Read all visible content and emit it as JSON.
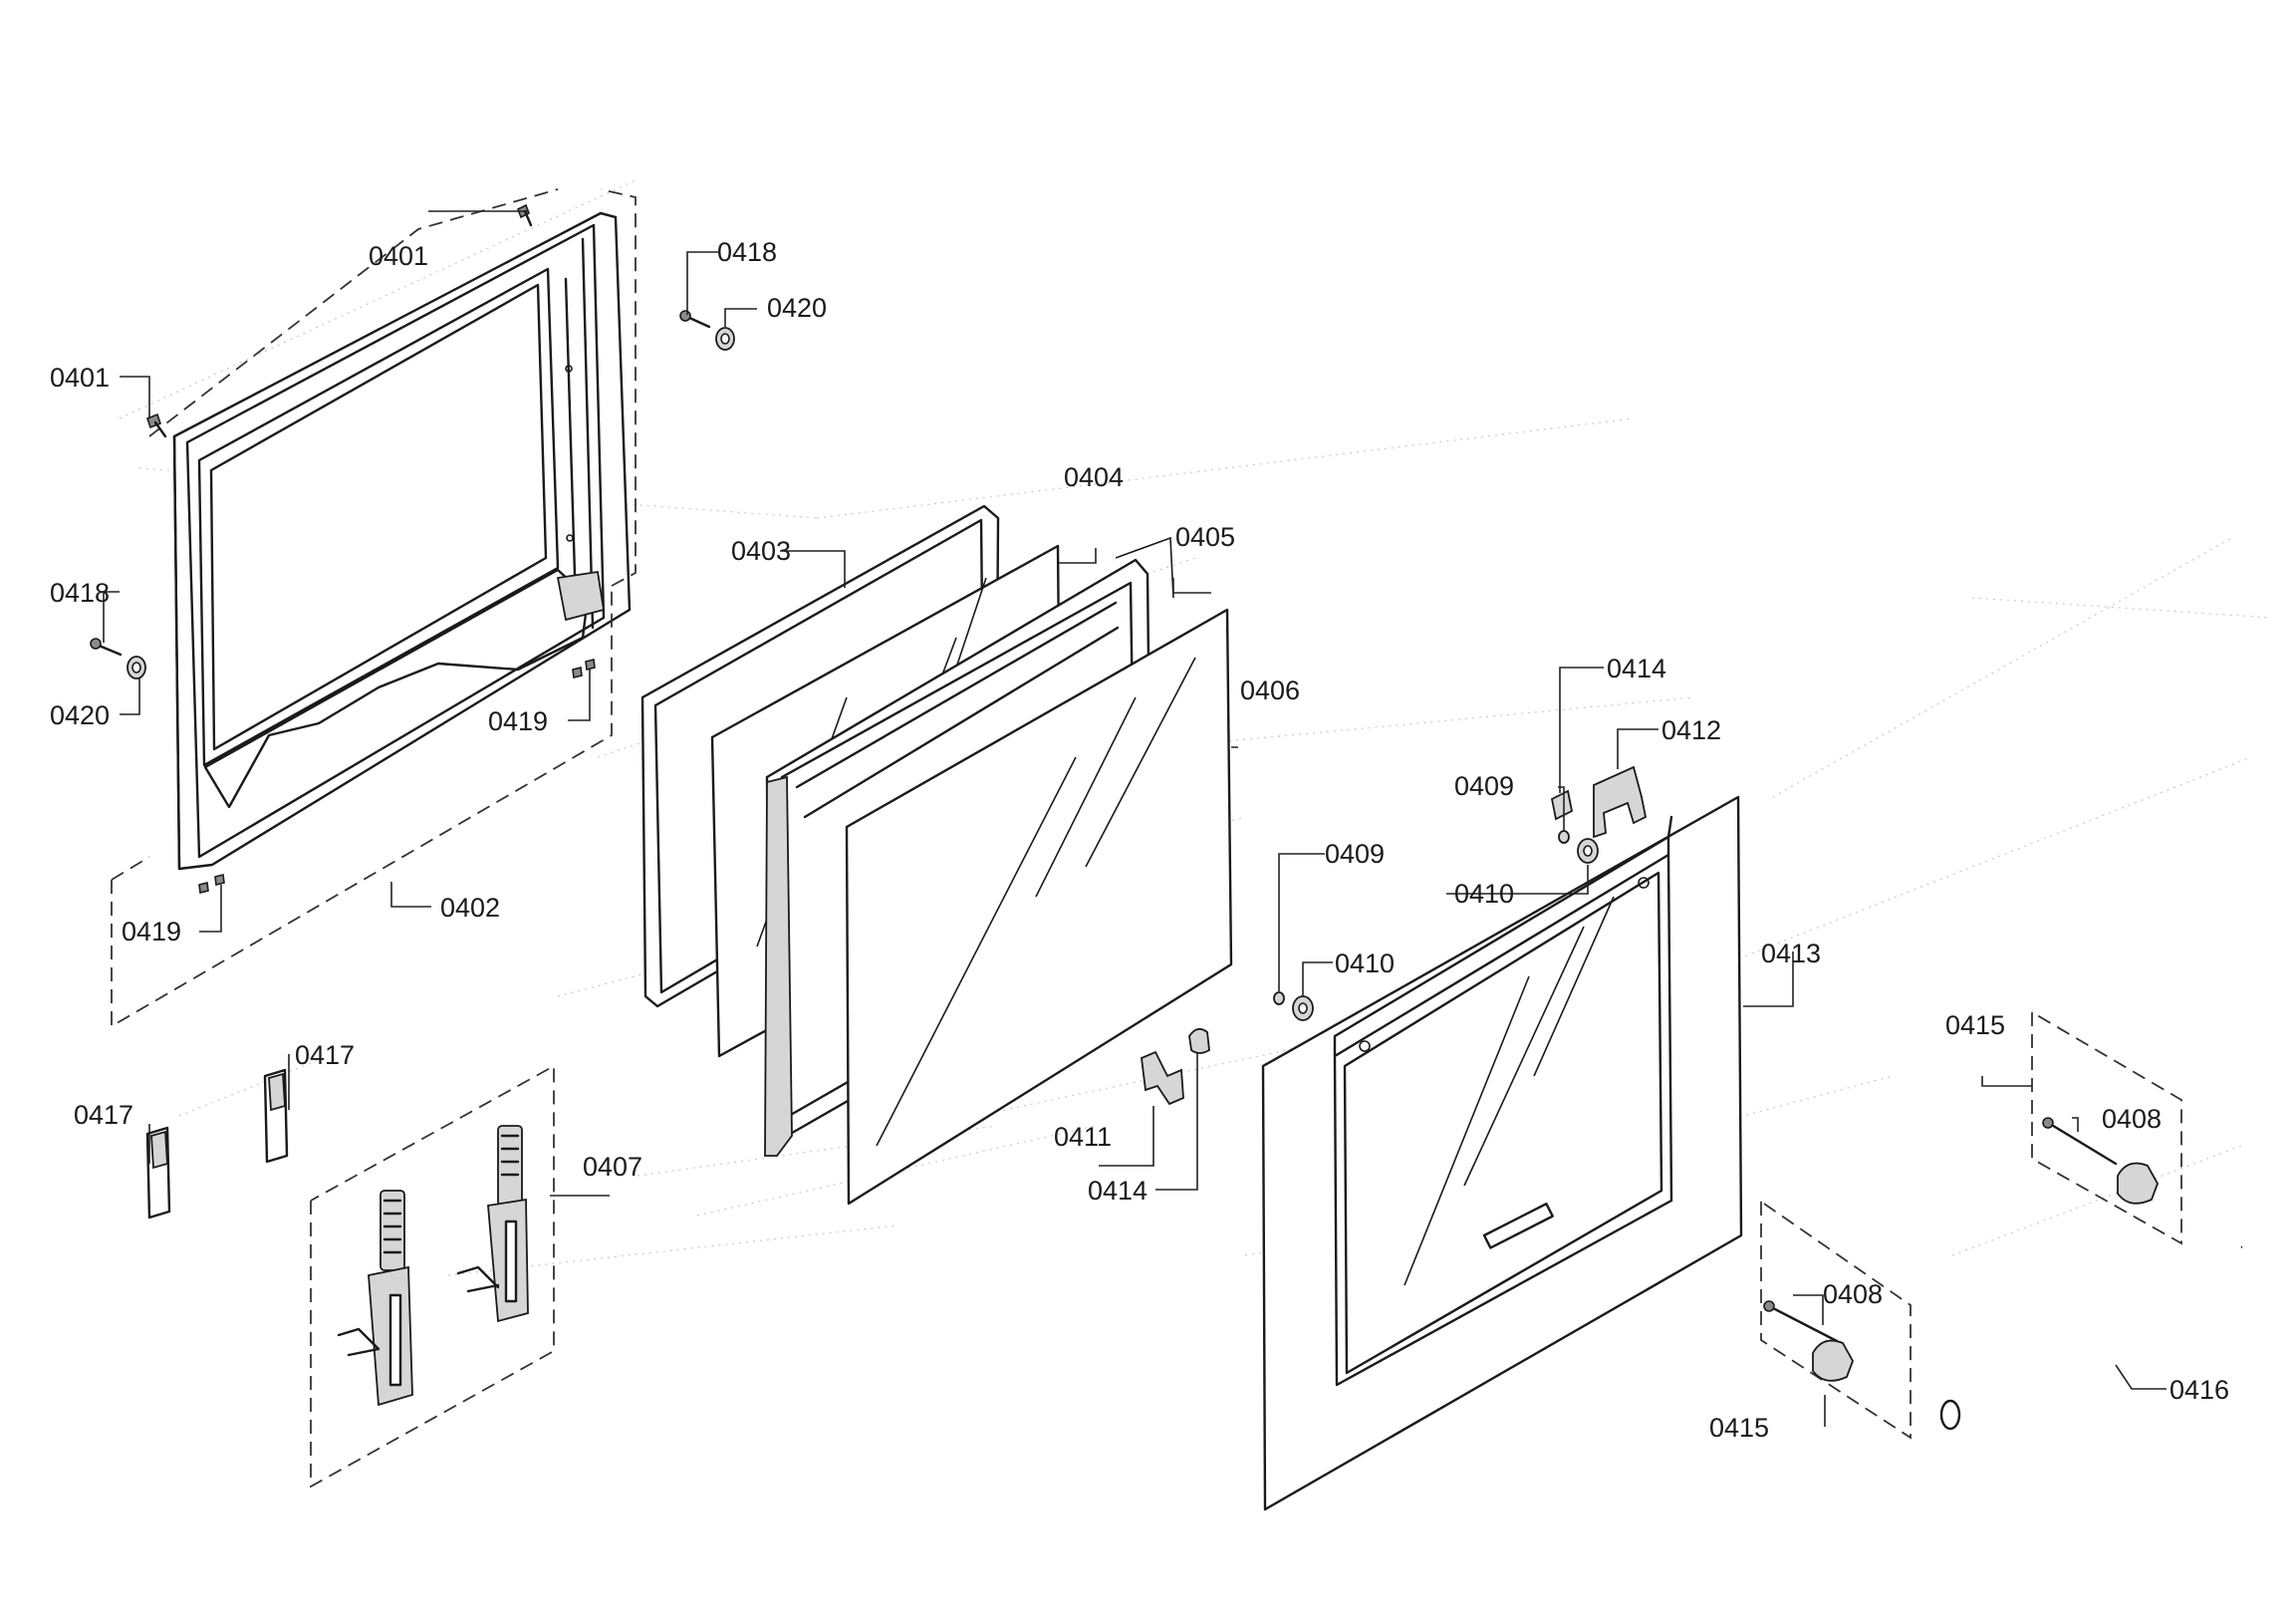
{
  "diagram": {
    "part_numbers": {
      "p0401": "0401",
      "p0402": "0402",
      "p0403": "0403",
      "p0404": "0404",
      "p0405": "0405",
      "p0406": "0406",
      "p0407": "0407",
      "p0408": "0408",
      "p0409": "0409",
      "p0410": "0410",
      "p0411": "0411",
      "p0412": "0412",
      "p0413": "0413",
      "p0414": "0414",
      "p0415": "0415",
      "p0416": "0416",
      "p0417": "0417",
      "p0418": "0418",
      "p0419": "0419",
      "p0420": "0420"
    }
  }
}
